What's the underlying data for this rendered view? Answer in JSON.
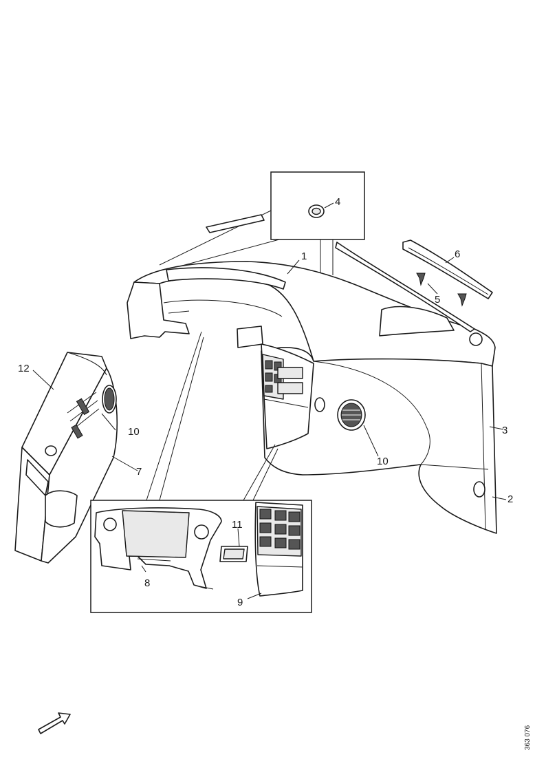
{
  "callouts": {
    "c1": "1",
    "c2": "2",
    "c3": "3",
    "c4": "4",
    "c5": "5",
    "c6": "6",
    "c7": "7",
    "c8": "8",
    "c9": "9",
    "c10a": "10",
    "c10b": "10",
    "c11": "11",
    "c12": "12"
  },
  "drawing_code": "363 076",
  "icons": {
    "direction_arrow": "arrow-up-right-icon"
  }
}
